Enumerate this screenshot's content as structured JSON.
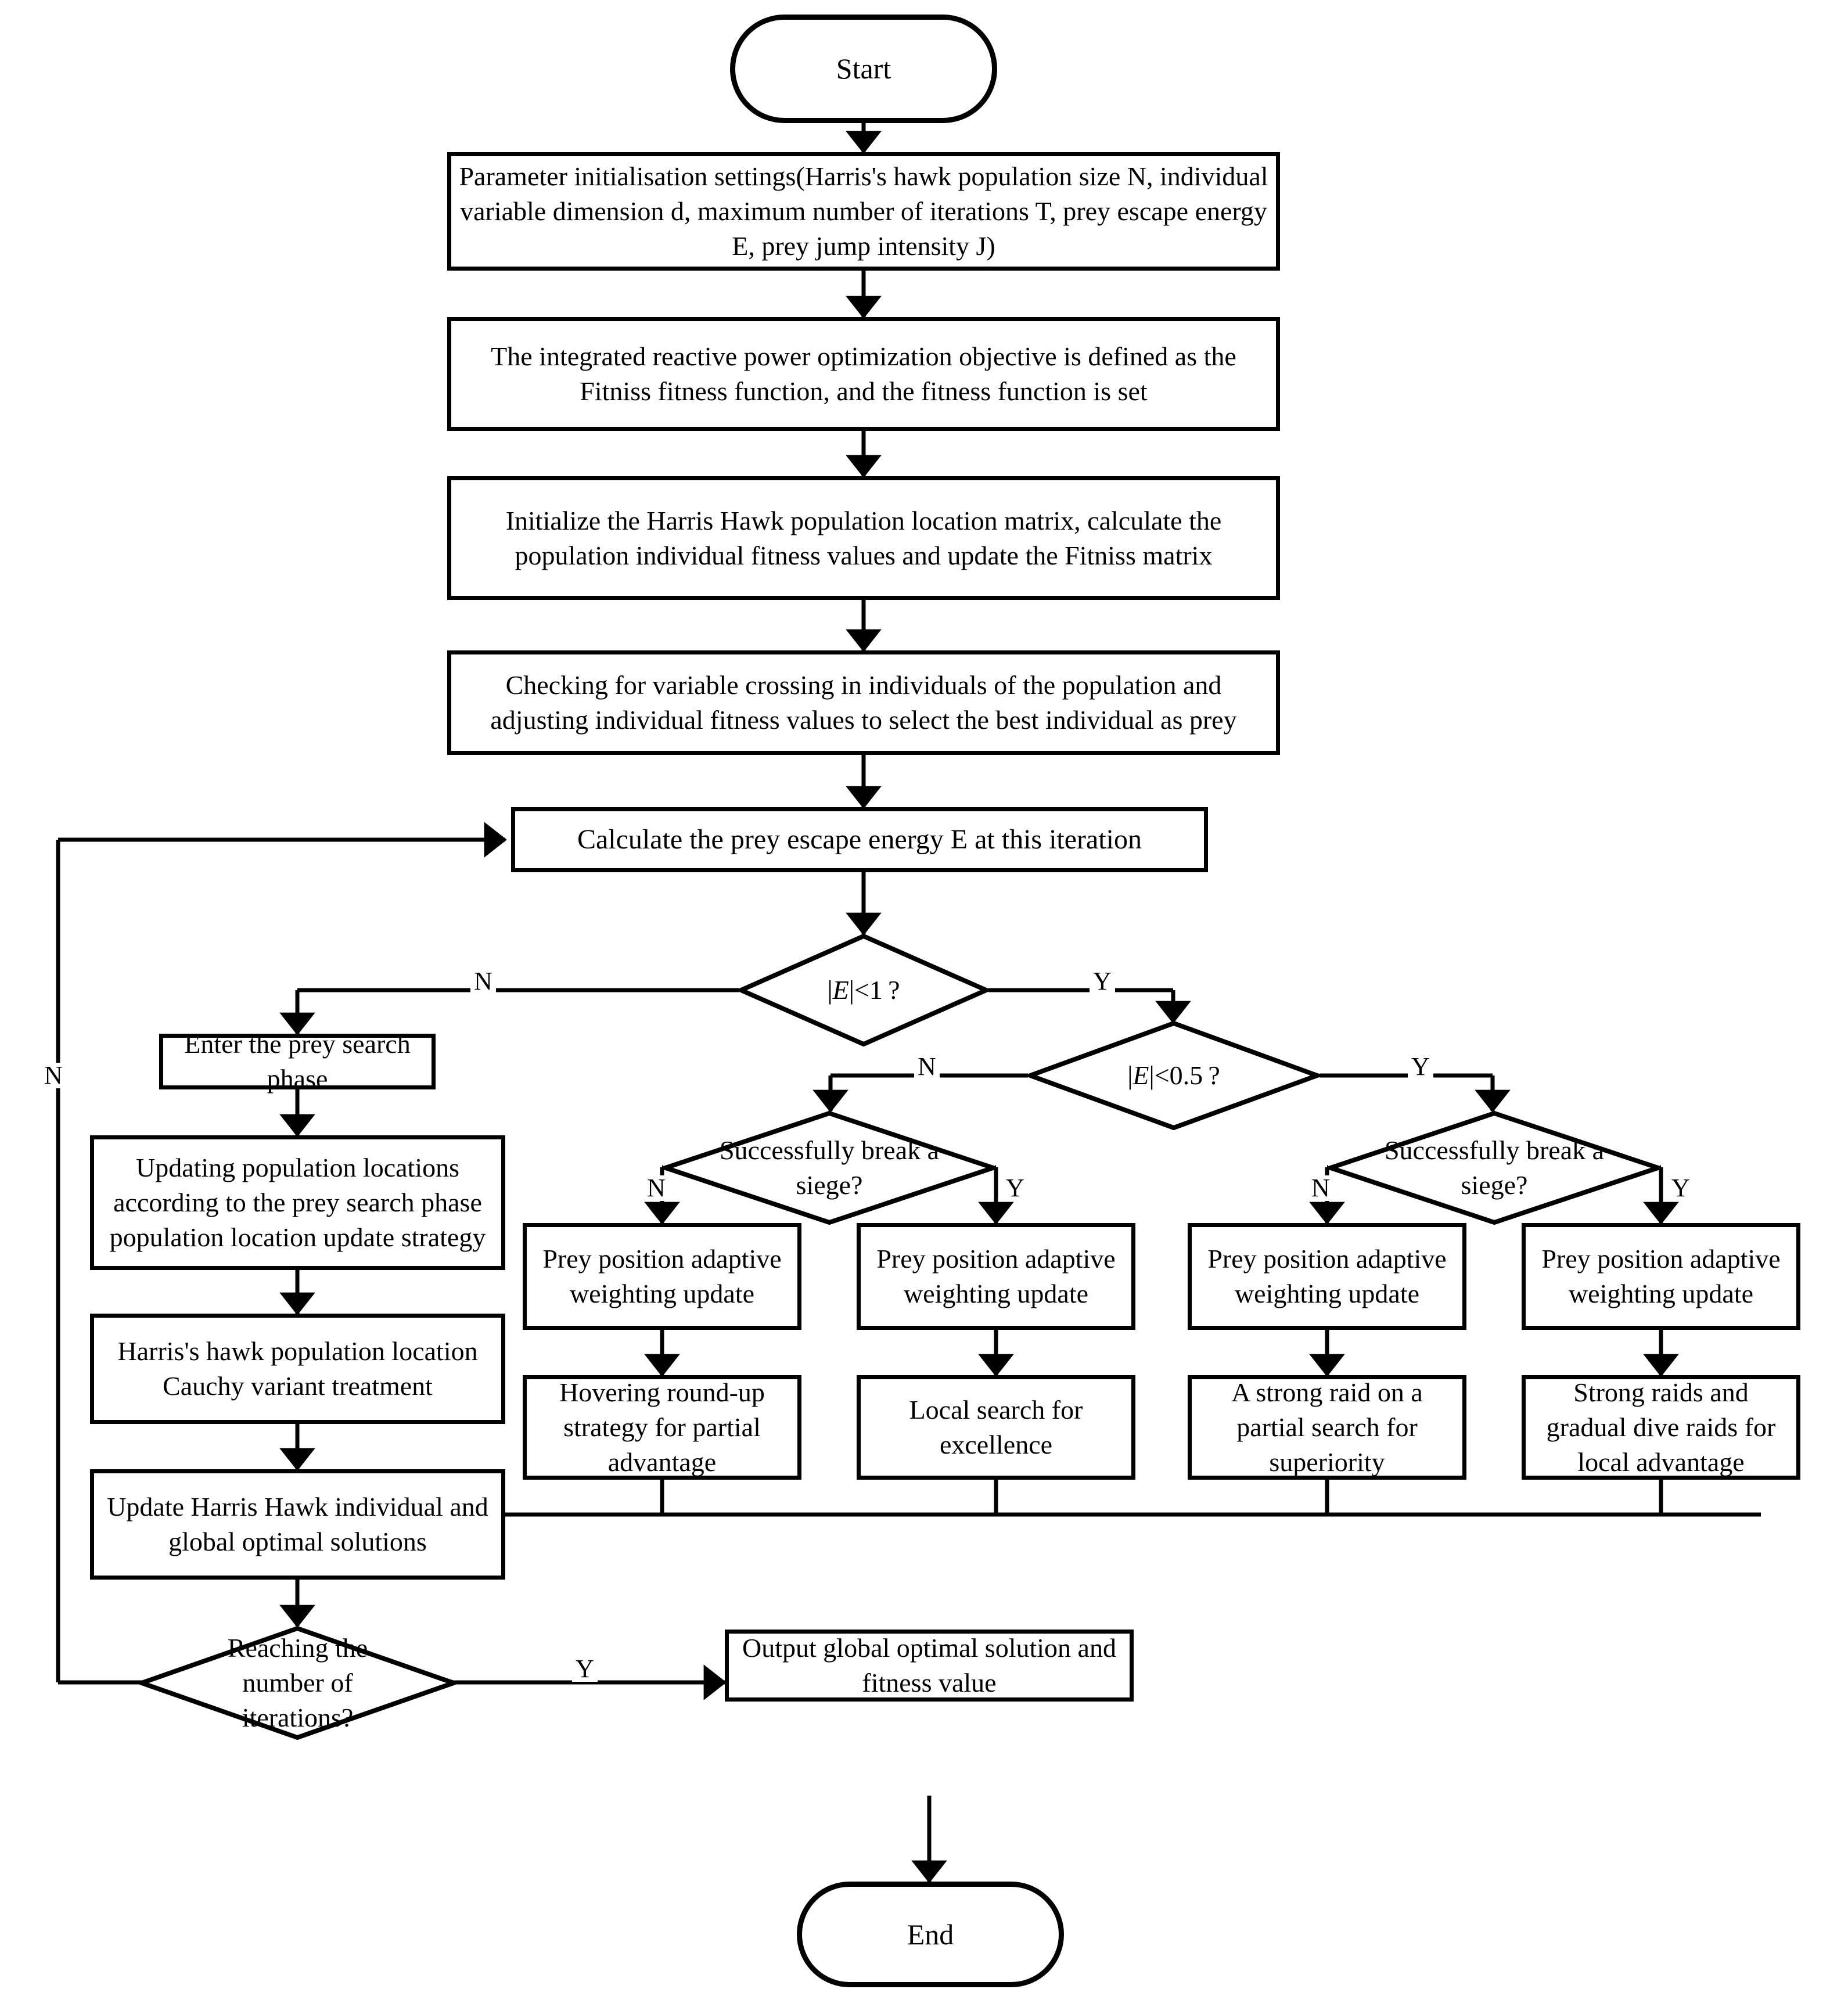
{
  "diagram": {
    "type": "flowchart",
    "title": "Improved Harris Hawks Optimization reactive power optimization flowchart",
    "nodes": {
      "start": "Start",
      "end": "End",
      "param_init": "Parameter initialisation settings(Harris's hawk population size N, individual variable dimension d, maximum number of iterations T, prey escape energy E, prey jump intensity J)",
      "objective": "The integrated reactive power optimization objective is defined as the Fitniss fitness function, and the fitness function is set",
      "init_matrix": "Initialize the Harris Hawk population location matrix, calculate the population individual fitness values and update the Fitniss matrix",
      "check_cross": "Checking for variable crossing in individuals of the population and adjusting individual fitness values to select the best individual as prey",
      "calc_energy": "Calculate the prey escape energy E at this iteration",
      "enter_search": "Enter the prey search phase",
      "update_locations": "Updating population locations according to the prey search phase population location update strategy",
      "cauchy": "Harris's hawk population location Cauchy variant treatment",
      "update_global": "Update Harris Hawk individual and global optimal solutions",
      "output": "Output global optimal solution and fitness value",
      "prey_weight_1": "Prey position adaptive weighting update",
      "prey_weight_2": "Prey position adaptive weighting update",
      "prey_weight_3": "Prey position adaptive weighting update",
      "prey_weight_4": "Prey position adaptive weighting update",
      "strategy_1": "Hovering round-up strategy for partial advantage",
      "strategy_2": "Local search for excellence",
      "strategy_3": "A strong raid on a partial search for superiority",
      "strategy_4": "Strong raids and gradual dive raids for local advantage"
    },
    "decisions": {
      "energy_lt_1": {
        "prefix": "|",
        "var": "E",
        "suffix": "|<1 ?"
      },
      "energy_lt_05": {
        "prefix": "|",
        "var": "E",
        "suffix": "|<0.5 ?"
      },
      "siege_left": "Successfully break a siege?",
      "siege_right": "Successfully break a siege?",
      "iterations": "Reaching the number of iterations?"
    },
    "edge_labels": {
      "e1_no": "N",
      "e1_yes": "Y",
      "e05_no": "N",
      "e05_yes": "Y",
      "siege_left_no": "N",
      "siege_left_yes": "Y",
      "siege_right_no": "N",
      "siege_right_yes": "Y",
      "iter_no": "N",
      "iter_yes": "Y"
    },
    "style": {
      "stroke": "#000000",
      "fill": "#ffffff",
      "text": "#000000"
    }
  }
}
